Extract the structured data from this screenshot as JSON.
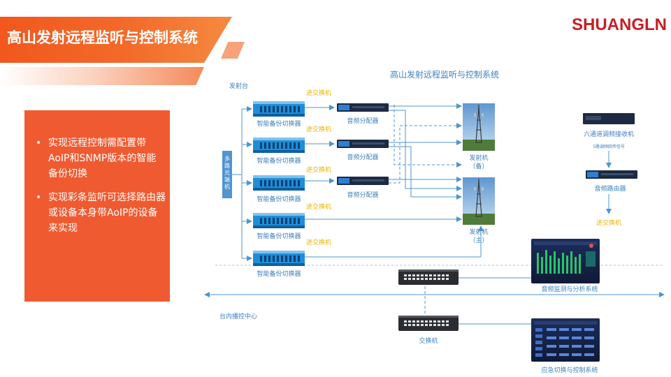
{
  "header": {
    "title": "高山发射远程监听与控制系统",
    "logo": "SHUANGLN"
  },
  "panel": {
    "bullets": [
      "实现远程控制需配置带AoIP和SNMP版本的智能备份切换",
      "实现彩条监听可选择路由器或设备本身带AoIP的设备来实现"
    ]
  },
  "diagram": {
    "title": "高山发射远程监听与控制系统",
    "site_label": "发射台",
    "center_label": "台内播控中心",
    "multiplexer_label": "多路光端机",
    "switcher_label": "智能备份切换器",
    "to_switch_label": "进交换机",
    "distributor_label": "音频分配器",
    "transmitter_standby": "发射机",
    "transmitter_standby_sub": "（备）",
    "transmitter_main": "发射机",
    "transmitter_main_sub": "（主）",
    "receiver_label": "六通道调频接收机",
    "receiver_note": "5路调频回传信号",
    "router_label": "音频路由器",
    "router_out_label": "进交换机",
    "monitor_system_label": "音频监测与分析系统",
    "switch_label": "交换机",
    "control_system_label": "应急切换与控制系统"
  },
  "colors": {
    "accent_orange": "#f05a30",
    "diagram_blue": "#4f95cf",
    "label_blue": "#3d7fc0",
    "label_yellow": "#e8b400",
    "logo_red": "#c81e24"
  }
}
